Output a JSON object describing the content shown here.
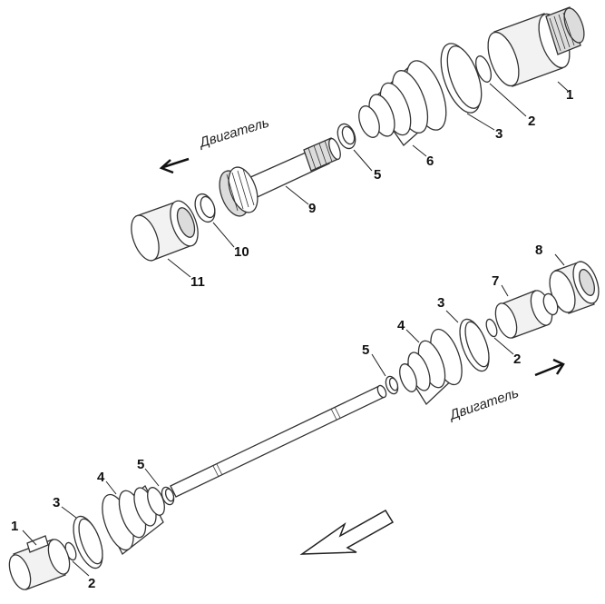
{
  "top_assembly": {
    "engine_label": "Двигатель",
    "callouts": [
      "1",
      "2",
      "3",
      "5",
      "6",
      "9",
      "10",
      "11"
    ]
  },
  "bottom_assembly": {
    "engine_label": "Двигатель",
    "callouts": [
      "1",
      "2",
      "3",
      "4",
      "5",
      "5",
      "4",
      "3",
      "2",
      "7",
      "8"
    ]
  },
  "colors": {
    "line": "#333333",
    "background": "#ffffff"
  }
}
